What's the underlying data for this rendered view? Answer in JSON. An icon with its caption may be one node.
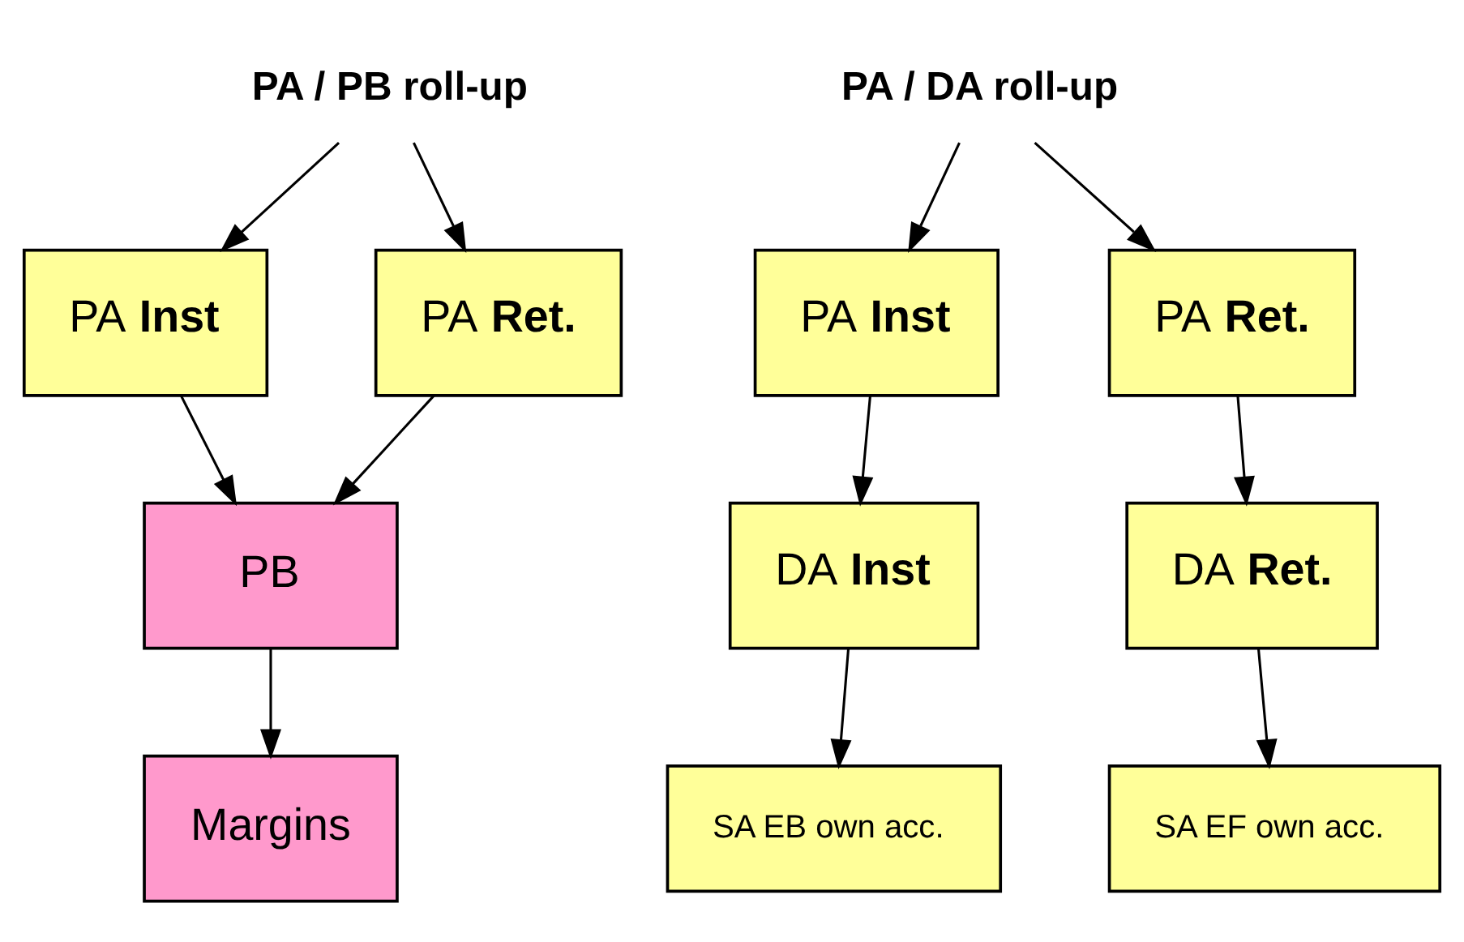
{
  "diagram": {
    "nodes": [
      {
        "text": [
          "PA / PB roll-up"
        ]
      },
      {
        "text": [
          "PA **Inst**"
        ]
      },
      {
        "text": [
          "PA **Ret.**"
        ]
      },
      {
        "text": [
          "PB"
        ]
      },
      {
        "text": [
          "Margins"
        ]
      },
      {
        "text": [
          "PA / DA roll-up"
        ]
      },
      {
        "text": [
          "PA **Inst**"
        ]
      },
      {
        "text": [
          "PA **Ret.**"
        ]
      },
      {
        "text": [
          "DA **Inst**"
        ]
      },
      {
        "text": [
          "DA **Ret.**"
        ]
      },
      {
        "text": [
          "SA EB own acc."
        ]
      },
      {
        "text": [
          "SA EF own acc."
        ]
      }
    ],
    "edges": [
      {
        "from": 0,
        "to": 1,
        "arrow": "to"
      },
      {
        "from": 0,
        "to": 2,
        "arrow": "to"
      },
      {
        "from": 1,
        "to": 3,
        "arrow": "to"
      },
      {
        "from": 2,
        "to": 3,
        "arrow": "to"
      },
      {
        "from": 3,
        "to": 4,
        "arrow": "to"
      },
      {
        "from": 5,
        "to": 6,
        "arrow": "to"
      },
      {
        "from": 5,
        "to": 7,
        "arrow": "to"
      },
      {
        "from": 6,
        "to": 8,
        "arrow": "to"
      },
      {
        "from": 7,
        "to": 9,
        "arrow": "to"
      },
      {
        "from": 8,
        "to": 10,
        "arrow": "to"
      },
      {
        "from": 9,
        "to": 11,
        "arrow": "to"
      }
    ]
  }
}
